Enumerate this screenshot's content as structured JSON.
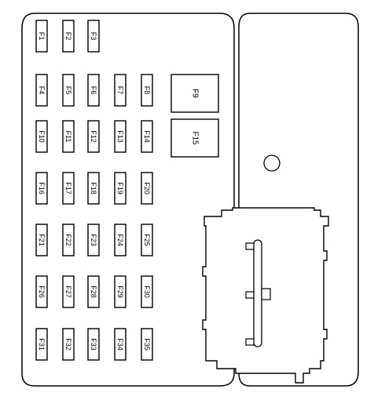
{
  "small_fuses": [
    "F1",
    "F2",
    "F3",
    "F4",
    "F5",
    "F6",
    "F7",
    "F8",
    "F10",
    "F11",
    "F12",
    "F13",
    "F14",
    "F16",
    "F17",
    "F18",
    "F19",
    "F20",
    "F21",
    "F22",
    "F23",
    "F24",
    "F25",
    "F26",
    "F27",
    "F28",
    "F29",
    "F30",
    "F31",
    "F32",
    "F33",
    "F34",
    "F35"
  ],
  "large_fuses": [
    "F9",
    "F15"
  ],
  "colors": {
    "line": "#000000",
    "background": "#ffffff"
  }
}
